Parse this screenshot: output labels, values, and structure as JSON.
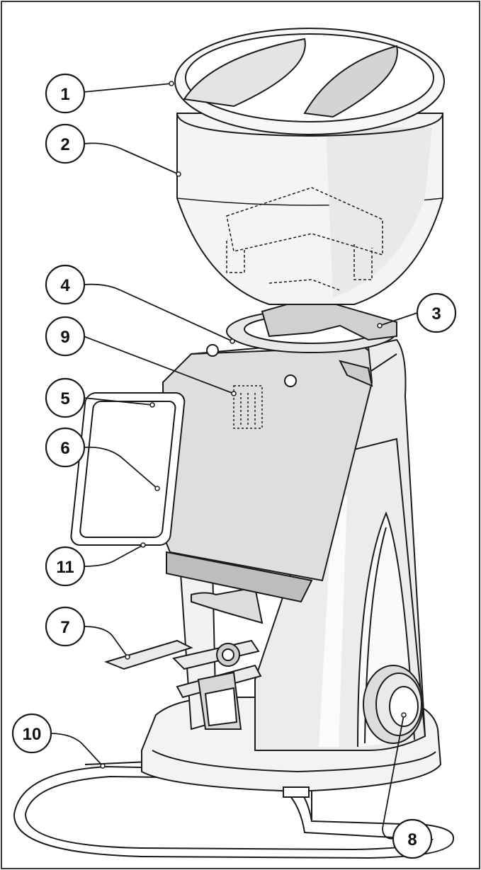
{
  "callouts": [
    {
      "label": "1"
    },
    {
      "label": "2"
    },
    {
      "label": "3"
    },
    {
      "label": "4"
    },
    {
      "label": "9"
    },
    {
      "label": "5"
    },
    {
      "label": "6"
    },
    {
      "label": "11"
    },
    {
      "label": "7"
    },
    {
      "label": "10"
    },
    {
      "label": "8"
    }
  ],
  "colors": {
    "line": "#1a1a1a",
    "shade": "#e6e6e6",
    "highlight": "#f7f7f7",
    "frame": "#3a3a3a"
  }
}
